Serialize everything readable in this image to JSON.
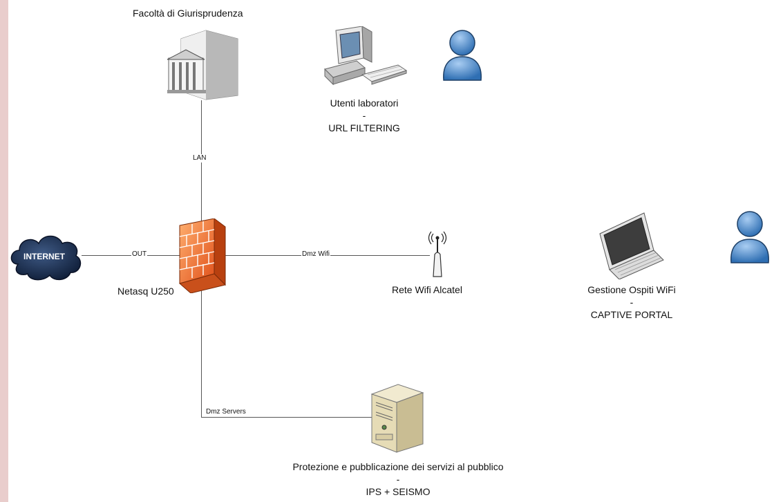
{
  "nodes": {
    "faculty": "Facoltà di Giurisprudenza",
    "lab_users": {
      "line1": "Utenti laboratori",
      "sep": "-",
      "line2": "URL FILTERING"
    },
    "internet": "INTERNET",
    "firewall": "Netasq U250",
    "wifi": "Rete Wifi Alcatel",
    "guests": {
      "line1": "Gestione Ospiti WiFi",
      "sep": "-",
      "line2": "CAPTIVE PORTAL"
    },
    "servers": {
      "line1": "Protezione e pubblicazione dei servizi al pubblico",
      "sep": "-",
      "line2": "IPS + SEISMO"
    }
  },
  "links": {
    "lan": "LAN",
    "out": "OUT",
    "dmz_wifi": "Dmz Wifi",
    "dmz_servers": "Dmz Servers"
  },
  "icons": {
    "building": "building-icon",
    "desktop": "desktop-computer-icon",
    "user": "user-icon",
    "cloud": "cloud-icon",
    "firewall": "firewall-icon",
    "antenna": "wireless-antenna-icon",
    "laptop": "laptop-icon",
    "server": "server-tower-icon"
  }
}
